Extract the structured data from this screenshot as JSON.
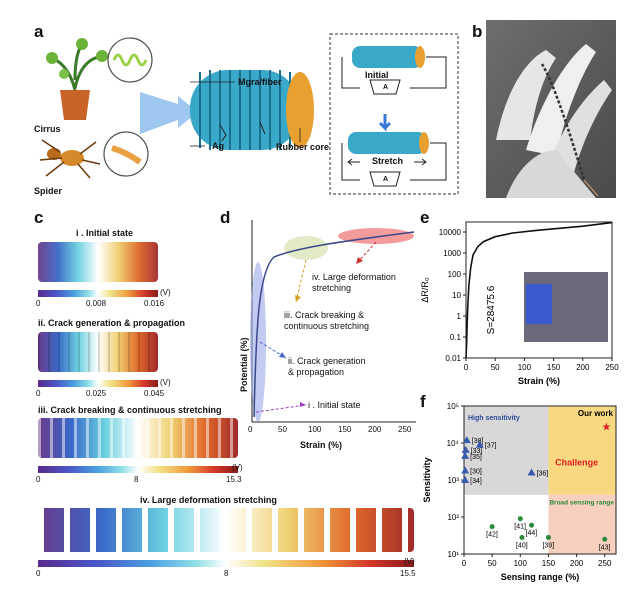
{
  "panels": {
    "a": {
      "letter": "a",
      "labels": {
        "cirrus": "Cirrus",
        "spider": "Spider",
        "mgra_fiber": "Mgra/fiber",
        "ag": "Ag",
        "rubber_core": "Rubber core",
        "initial": "Initial",
        "stretch": "Stretch",
        "ammeter": "A"
      }
    },
    "b": {
      "letter": "b"
    },
    "c": {
      "letter": "c",
      "states": [
        {
          "title": "i . Initial state",
          "ticks": [
            "0",
            "0.008",
            "0.016"
          ],
          "unit": "(V)"
        },
        {
          "title": "ii. Crack generation & propagation",
          "ticks": [
            "0",
            "0.025",
            "0.045"
          ],
          "unit": "(V)"
        },
        {
          "title": "iii. Crack breaking & continuous stretching",
          "ticks": [
            "0",
            "8",
            "15.3"
          ],
          "unit": "(V)"
        },
        {
          "title": "iv. Large deformation stretching",
          "ticks": [
            "0",
            "8",
            "15.5"
          ],
          "unit": "(V)"
        }
      ]
    },
    "d": {
      "letter": "d",
      "xlabel": "Strain (%)",
      "ylabel": "Potential (%)",
      "xticks": [
        "0",
        "50",
        "100",
        "150",
        "200",
        "250"
      ],
      "annotations": [
        "iv. Large deformation\nstretching",
        "iii. Crack breaking &\ncontinuous stretching",
        "ii. Crack generation\n& propagation",
        "i . Initial state"
      ]
    },
    "e": {
      "letter": "e",
      "xlabel": "Strain (%)",
      "ylabel": "ΔR/R₀",
      "annotation": "S=28475.6",
      "xticks": [
        "0",
        "50",
        "100",
        "150",
        "200",
        "250"
      ],
      "yticks": [
        "0.01",
        "0.1",
        "1",
        "10",
        "100",
        "1000",
        "10000"
      ]
    },
    "f": {
      "letter": "f",
      "xlabel": "Sensing range (%)",
      "ylabel": "Sensitivity",
      "xticks": [
        "0",
        "50",
        "100",
        "150",
        "200",
        "250"
      ],
      "yticks": [
        "10¹",
        "10²",
        "10³",
        "10⁴",
        "10⁵"
      ],
      "regions": {
        "high": "High sensitivity",
        "broad": "Broad sensing range",
        "challenge": "Challenge",
        "our_work": "Our work"
      }
    }
  },
  "chart_data": [
    {
      "type": "line",
      "title": "",
      "xlabel": "Strain (%)",
      "ylabel": "ΔR/R₀",
      "xlim": [
        0,
        250
      ],
      "ylim": [
        0.01,
        30000
      ],
      "yscale": "log",
      "series": [
        {
          "x": [
            0,
            1,
            2,
            3,
            5,
            8,
            12,
            20,
            30,
            50,
            80,
            120,
            160,
            200,
            250
          ],
          "y": [
            0.01,
            0.05,
            0.5,
            3,
            30,
            200,
            800,
            2000,
            3500,
            6000,
            9000,
            12000,
            15000,
            19000,
            28000
          ]
        }
      ]
    },
    {
      "type": "scatter",
      "title": "",
      "xlabel": "Sensing range (%)",
      "ylabel": "Sensitivity",
      "xlim": [
        0,
        270
      ],
      "ylim": [
        10,
        100000
      ],
      "yscale": "log",
      "series": [
        {
          "name": "High sensitivity",
          "points": [
            {
              "label": "[38]",
              "x": 5,
              "y": 12000
            },
            {
              "label": "[33]",
              "x": 3,
              "y": 6500
            },
            {
              "label": "[37]",
              "x": 28,
              "y": 9000
            },
            {
              "label": "[35]",
              "x": 2,
              "y": 4500
            },
            {
              "label": "[30]",
              "x": 2,
              "y": 1800
            },
            {
              "label": "[34]",
              "x": 2,
              "y": 1000
            },
            {
              "label": "[36]",
              "x": 120,
              "y": 1600
            }
          ]
        },
        {
          "name": "Broad sensing range",
          "points": [
            {
              "label": "[41]",
              "x": 100,
              "y": 90
            },
            {
              "label": "[42]",
              "x": 50,
              "y": 55
            },
            {
              "label": "[44]",
              "x": 120,
              "y": 60
            },
            {
              "label": "[40]",
              "x": 103,
              "y": 28
            },
            {
              "label": "[39]",
              "x": 150,
              "y": 28
            },
            {
              "label": "[43]",
              "x": 250,
              "y": 25
            }
          ]
        },
        {
          "name": "Our work",
          "points": [
            {
              "label": "",
              "x": 253,
              "y": 28000
            }
          ]
        }
      ]
    }
  ]
}
